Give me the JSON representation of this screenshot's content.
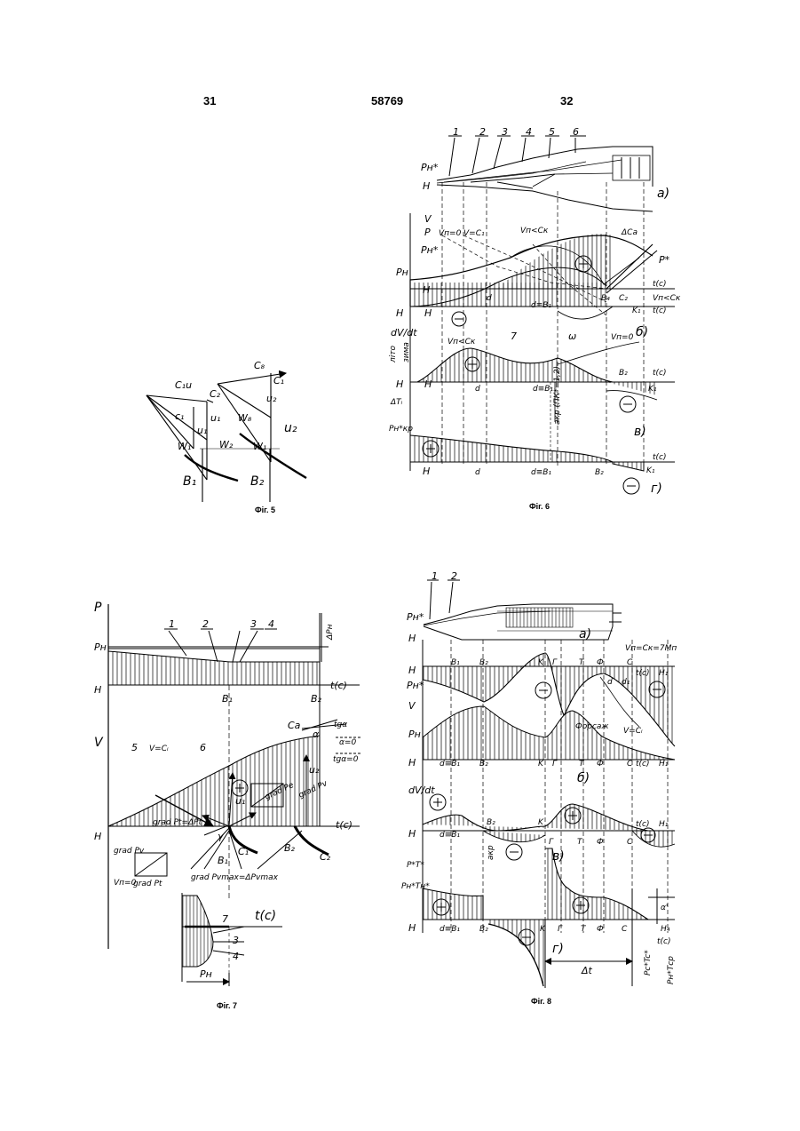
{
  "header": {
    "left_page": "31",
    "patent_number": "58769",
    "right_page": "32"
  },
  "captions": {
    "fig5": "Фіг. 5",
    "fig6": "Фіг. 6",
    "fig7": "Фіг. 7",
    "fig8": "Фіг. 8"
  },
  "fig5": {
    "labels": {
      "c1u": "C₁u",
      "c2": "C₂",
      "c1a": "c₁",
      "u1a": "u₁",
      "u1b": "u₁",
      "w2": "W₂",
      "w1a": "W₁",
      "b1": "B₁",
      "cb": "C₈",
      "c1b": "C₁",
      "u2a": "u₂",
      "wb": "W₈",
      "u2b": "u₂",
      "w1b": "W₁",
      "b2": "B₂"
    }
  },
  "fig6": {
    "numbers": [
      "1",
      "2",
      "3",
      "4",
      "5",
      "6"
    ],
    "labels": {
      "pn": "Pн*",
      "h1": "H",
      "a": "а)",
      "v": "V",
      "p": "P",
      "pn2": "Pн*",
      "ph": "Pн",
      "h2": "H",
      "h3": "H",
      "h4": "H",
      "vn0": "Vп=0",
      "vc1": "V=C₁",
      "vnck": "Vп<Cк",
      "dca": "ΔCa",
      "pstar": "P*",
      "tc1": "t(c)",
      "vnck2": "Vп<Cк",
      "tc2": "t(c)",
      "d1": "d",
      "db1": "d≡B₁",
      "b4": "B₄",
      "c2": "C₂",
      "k1": "K₁",
      "b": "б)",
      "dvdt": "dV/dt",
      "winter": "зима",
      "summer": "літо",
      "seven": "7",
      "omega": "ω",
      "vnck3": "Vп<Cк",
      "vn0b": "Vп=0",
      "b2": "B₂",
      "tc3": "t(c)",
      "d2": "d",
      "db1b": "d≡B₁",
      "k1b": "K₁",
      "at": "ΔTᵢ",
      "v_": "в)",
      "pnkp": "Pн*кр",
      "aside": "aкр (ПК*=1,2)",
      "tc4": "t(c)",
      "d3": "d",
      "db1c": "d≡B₁",
      "b2b": "B₂",
      "k1c": "K₁",
      "g": "г)"
    }
  },
  "fig7": {
    "numbers": [
      "1",
      "2",
      "3",
      "4",
      "5",
      "6",
      "7",
      "3",
      "4"
    ],
    "labels": {
      "p": "P",
      "ph": "Pн",
      "dph": "ΔPн",
      "h1": "H",
      "tc1": "t(c)",
      "b1": "B₁",
      "b2": "B₂",
      "v": "V",
      "vc": "V=Cᵢ",
      "ca": "Ca",
      "alpha": "α",
      "tga": "tgα",
      "a0": "α=0",
      "tga0": "tgα=0",
      "u1": "u₁",
      "u2": "u₂",
      "gradpv": "grad Pv",
      "gradpt": "grad Pt=ΔPt",
      "gradpe": "grad Pe",
      "h2": "H",
      "tc2": "t(c)",
      "gamma": "γ",
      "b1b": "B₁",
      "c1": "C₁",
      "b2b": "B₂",
      "c2": "C₂",
      "gradpv2": "grad Pv",
      "gradpt2": "grad Pt",
      "gradmax": "grad Pvmax=ΔPvmax",
      "vn0": "Vп=0",
      "tc3": "t(c)",
      "phb": "Pн"
    }
  },
  "fig8": {
    "numbers": [
      "1",
      "2"
    ],
    "labels": {
      "pn": "Pн*",
      "h0": "H",
      "a": "а)",
      "vnc": "Vп=Cк=7Mп",
      "h1": "H",
      "b1": "B₁",
      "b2": "B₂",
      "k": "K",
      "g": "Г",
      "t": "T",
      "f": "Ф",
      "c": "C",
      "d": "d",
      "d1": "d₁",
      "tc": "t(c)",
      "h1b": "H₁",
      "pn2": "Pн*",
      "v": "V",
      "forsazh": "Форсаж",
      "vci": "V=Cᵢ",
      "ph": "Pн",
      "h2": "H",
      "db1": "d≡B₁",
      "b2b": "B₂",
      "kb": "K",
      "gb": "Г",
      "tb": "T",
      "fb": "Ф",
      "cb": "C",
      "tc2": "t(c)",
      "h1c": "H₁",
      "b_": "б)",
      "dvdt": "dV/dt",
      "b2c": "B₂",
      "kc": "K",
      "tc3": "t(c)",
      "h1d": "H₁",
      "h3": "H",
      "db1c": "d≡B₁",
      "gc": "Г",
      "tcx": "T",
      "fc": "Ф",
      "cc": "C",
      "v_": "в)",
      "akr": "aкр",
      "ptt": "P*T*",
      "pntt": "Pн*Tн*",
      "alpha": "α'",
      "h4": "H₄",
      "h5": "H",
      "db1d": "d≡B₁",
      "b2d": "B₂",
      "kd": "K",
      "gd": "Г",
      "td": "T",
      "fd": "Ф",
      "cd": "C",
      "g_": "г)",
      "tc4": "t(c)",
      "dt": "Δt",
      "side1": "Pc*Tc*",
      "side2": "Pн*Tср"
    }
  }
}
